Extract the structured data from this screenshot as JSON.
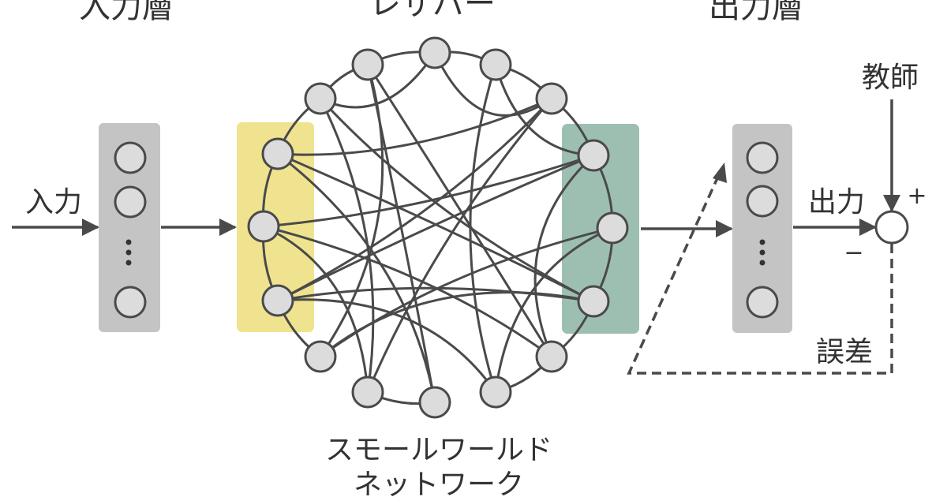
{
  "titles": {
    "input_layer": "入力層",
    "reservoir": "レザバー",
    "output_layer": "出力層"
  },
  "labels": {
    "input": "入力",
    "output": "出力",
    "teacher": "教師",
    "error": "誤差",
    "plus": "+",
    "minus": "−",
    "network_line1": "スモールワールド",
    "network_line2": "ネットワーク"
  },
  "colors": {
    "layer_box": "#c4c4c4",
    "input_group": "#efe38f",
    "output_group": "#9dbfb2",
    "node_fill": "#dcdcdc",
    "stroke": "#4a4a4a"
  },
  "reservoir": {
    "node_count": 16,
    "edges": [
      [
        13,
        2
      ],
      [
        13,
        8
      ],
      [
        12,
        3
      ],
      [
        12,
        6
      ],
      [
        12,
        9
      ],
      [
        11,
        2
      ],
      [
        11,
        5
      ],
      [
        11,
        7
      ],
      [
        14,
        5
      ],
      [
        14,
        9
      ],
      [
        15,
        8
      ],
      [
        15,
        10
      ],
      [
        0,
        14
      ],
      [
        0,
        2
      ],
      [
        1,
        7
      ],
      [
        1,
        3
      ],
      [
        2,
        9
      ],
      [
        3,
        6
      ],
      [
        4,
        10
      ],
      [
        4,
        7
      ],
      [
        5,
        10
      ],
      [
        6,
        15
      ],
      [
        3,
        11
      ],
      [
        5,
        13
      ]
    ]
  }
}
